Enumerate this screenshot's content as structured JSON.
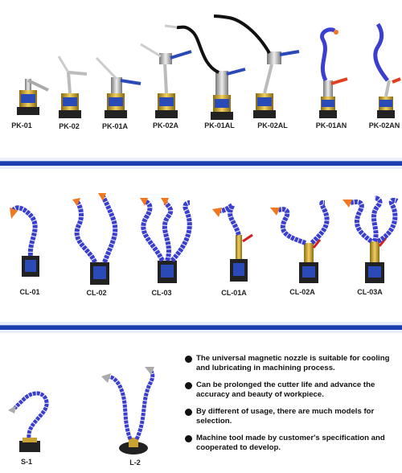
{
  "section1": {
    "labels": [
      "PK-01",
      "PK-02",
      "PK-01A",
      "PK-02A",
      "PK-01AL",
      "PK-02AL",
      "PK-01AN",
      "PK-02AN"
    ]
  },
  "section2": {
    "labels": [
      "CL-01",
      "CL-02",
      "CL-03",
      "CL-01A",
      "CL-02A",
      "CL-03A"
    ]
  },
  "section3": {
    "labels": [
      "S-1",
      "L-2"
    ],
    "bullets": [
      "The universal magnetic nozzle is suitable for cooling and lubricating in machining process.",
      "Can be prolonged the cutter life and advance the accuracy and beauty of workpiece.",
      "By different of usage, there are much models for selection.",
      "Machine tool made by customer's specification and cooperated to develop."
    ]
  },
  "colors": {
    "band": "#1b3fb0",
    "hose": "#3b3fd0",
    "tip": "#f07820",
    "base_gold": "#c9a233"
  }
}
